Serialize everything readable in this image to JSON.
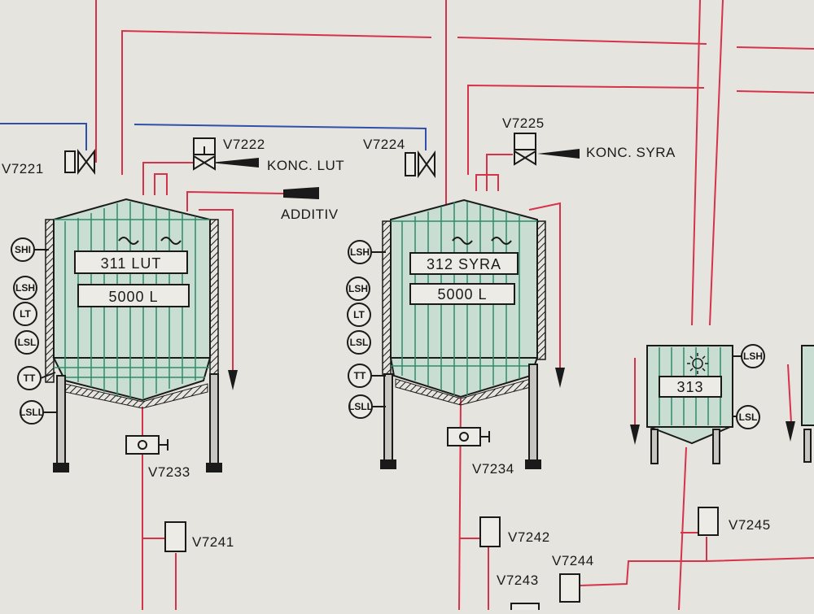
{
  "colors": {
    "process_line": "#d6324a",
    "supply_line": "#2f4fa8",
    "tank_fill": "#2e8b6a",
    "ink": "#1a1a1a",
    "paper": "#e6e4df"
  },
  "tanks": [
    {
      "name": "311 LUT",
      "volume": "5000 L"
    },
    {
      "name": "312 SYRA",
      "volume": "5000 L"
    },
    {
      "name": "313"
    }
  ],
  "valves": {
    "v7221": "V7221",
    "v7222": "V7222",
    "v7224": "V7224",
    "v7225": "V7225",
    "v7233": "V7233",
    "v7234": "V7234",
    "v7241": "V7241",
    "v7242": "V7242",
    "v7243": "V7243",
    "v7244": "V7244",
    "v7245": "V7245"
  },
  "inlets": {
    "konc_lut": "KONC. LUT",
    "additiv": "ADDITIV",
    "konc_syra": "KONC. SYRA"
  },
  "instruments": {
    "t311": [
      "SHI",
      "LSH",
      "LT",
      "LSL",
      "TT",
      "LSLL"
    ],
    "t312": [
      "LSH",
      "LSH",
      "LT",
      "LSL",
      "TT",
      "LSLL"
    ],
    "t313": [
      "LSH",
      "LSL"
    ]
  }
}
